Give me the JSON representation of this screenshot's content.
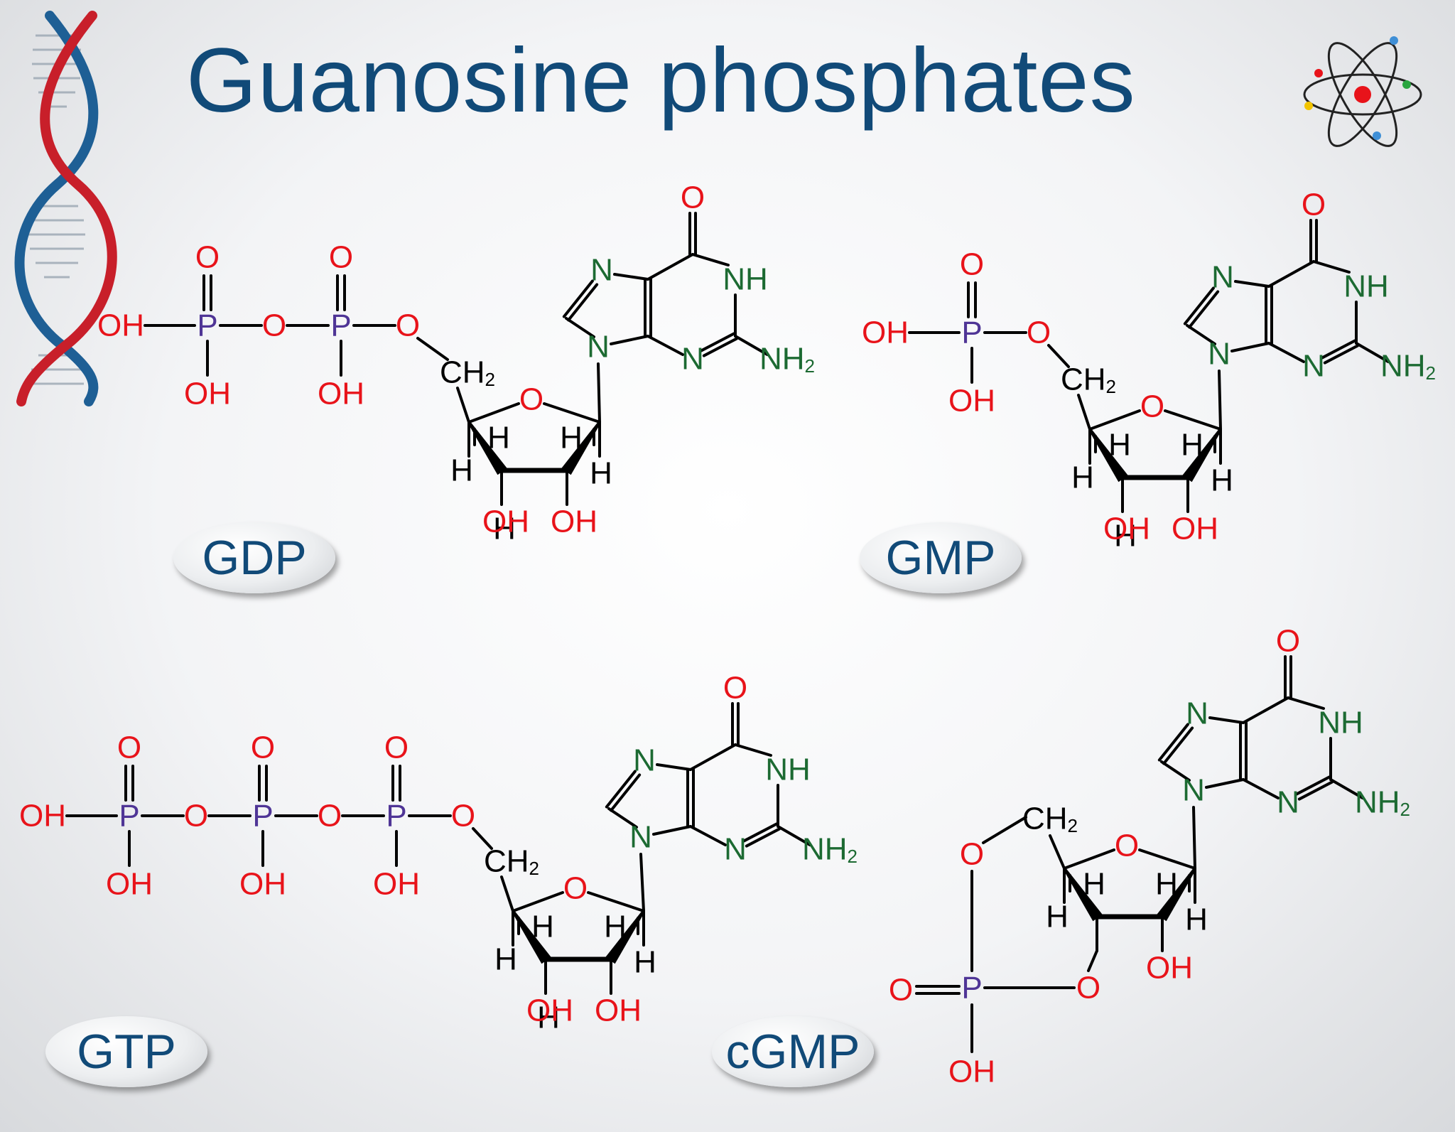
{
  "title": "Guanosine phosphates",
  "labels": {
    "gdp": "GDP",
    "gmp": "GMP",
    "gtp": "GTP",
    "cgmp": "cGMP"
  },
  "atoms": {
    "oxygen": "O",
    "hydroxyl": "OH",
    "phosphorus": "P",
    "nitrogen": "N",
    "amide_nh": "NH",
    "hydrogen": "H",
    "amine": "NH",
    "amine_sub": "2",
    "methylene": "CH",
    "methylene_sub": "2"
  },
  "colors": {
    "title": "#114a78",
    "oxygen": "#e8131a",
    "nitrogen": "#1c6a32",
    "phosphorus": "#4f3596",
    "bond": "#000000",
    "dna_red": "#c81f2a",
    "dna_blue": "#1e5f95"
  },
  "icons": [
    "dna-helix-icon",
    "atom-icon"
  ]
}
